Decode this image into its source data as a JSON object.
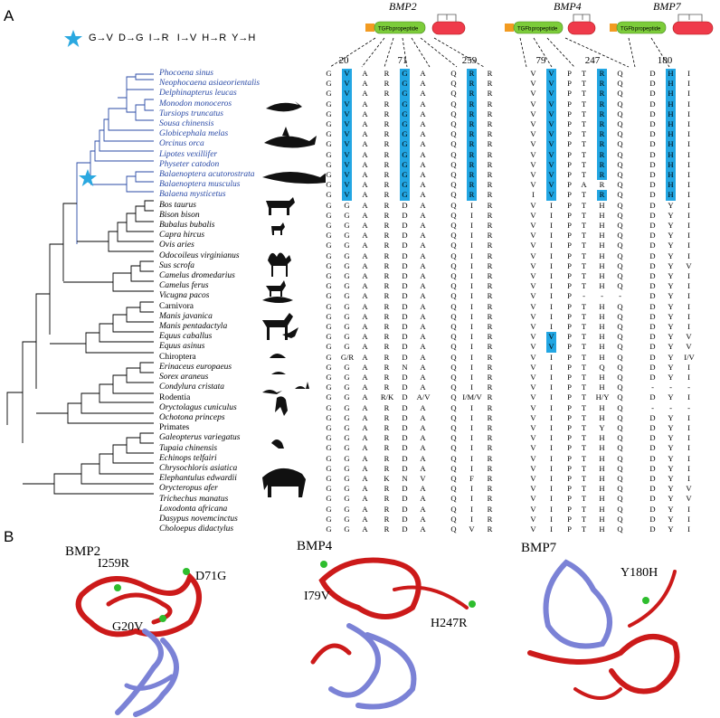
{
  "panel_a_label": "A",
  "panel_b_label": "B",
  "legend": {
    "substitutions": "G→V  D→G  I→R   I→V  H→R  Y→H"
  },
  "genes": [
    {
      "name": "BMP2",
      "domain_label": "TGFb",
      "propeptide_label": "propeptide"
    },
    {
      "name": "BMP4",
      "domain_label": "TGFb",
      "propeptide_label": "propeptide"
    },
    {
      "name": "BMP7",
      "domain_label": "TGFb",
      "propeptide_label": "propeptide"
    }
  ],
  "positions": [
    "20",
    "71",
    "259",
    "79",
    "247",
    "180"
  ],
  "taxa": [
    {
      "name": "Phocoena sinus",
      "cet": true
    },
    {
      "name": "Neophocaena asiaeorientalis",
      "cet": true
    },
    {
      "name": "Delphinapterus leucas",
      "cet": true
    },
    {
      "name": "Monodon monoceros",
      "cet": true
    },
    {
      "name": "Tursiops truncatus",
      "cet": true
    },
    {
      "name": "Sousa chinensis",
      "cet": true
    },
    {
      "name": "Globicephala melas",
      "cet": true
    },
    {
      "name": "Orcinus orca",
      "cet": true
    },
    {
      "name": "Lipotes vexillifer",
      "cet": true
    },
    {
      "name": "Physeter catodon",
      "cet": true
    },
    {
      "name": "Balaenoptera acutorostrata",
      "cet": true
    },
    {
      "name": "Balaenoptera musculus",
      "cet": true
    },
    {
      "name": "Balaena mysticetus",
      "cet": true
    },
    {
      "name": "Bos taurus",
      "cet": false,
      "ital": true
    },
    {
      "name": "Bison bison",
      "cet": false,
      "ital": true
    },
    {
      "name": "Bubalus bubalis",
      "cet": false,
      "ital": true
    },
    {
      "name": "Capra hircus",
      "cet": false,
      "ital": true
    },
    {
      "name": "Ovis aries",
      "cet": false,
      "ital": true
    },
    {
      "name": "Odocoileus virginianus",
      "cet": false,
      "ital": true
    },
    {
      "name": "Sus scrofa",
      "cet": false,
      "ital": true
    },
    {
      "name": "Camelus dromedarius",
      "cet": false,
      "ital": true
    },
    {
      "name": "Camelus ferus",
      "cet": false,
      "ital": true
    },
    {
      "name": "Vicugna pacos",
      "cet": false,
      "ital": true
    },
    {
      "name": "Carnivora",
      "cet": false,
      "ital": false
    },
    {
      "name": "Manis javanica",
      "cet": false,
      "ital": true
    },
    {
      "name": "Manis pentadactyla",
      "cet": false,
      "ital": true
    },
    {
      "name": "Equus caballus",
      "cet": false,
      "ital": true
    },
    {
      "name": "Equus asinus",
      "cet": false,
      "ital": true
    },
    {
      "name": "Chiroptera",
      "cet": false,
      "ital": false
    },
    {
      "name": "Erinaceus europaeus",
      "cet": false,
      "ital": true
    },
    {
      "name": "Sorex araneus",
      "cet": false,
      "ital": true
    },
    {
      "name": "Condylura cristata",
      "cet": false,
      "ital": true
    },
    {
      "name": "Rodentia",
      "cet": false,
      "ital": false
    },
    {
      "name": "Oryctolagus cuniculus",
      "cet": false,
      "ital": true
    },
    {
      "name": "Ochotona princeps",
      "cet": false,
      "ital": true
    },
    {
      "name": "Primates",
      "cet": false,
      "ital": false
    },
    {
      "name": "Galeopterus variegatus",
      "cet": false,
      "ital": true
    },
    {
      "name": "Tupaia chinensis",
      "cet": false,
      "ital": true
    },
    {
      "name": "Echinops telfairi",
      "cet": false,
      "ital": true
    },
    {
      "name": "Chrysochloris asiatica",
      "cet": false,
      "ital": true
    },
    {
      "name": "Elephantulus edwardii",
      "cet": false,
      "ital": true
    },
    {
      "name": "Orycteropus afer",
      "cet": false,
      "ital": true
    },
    {
      "name": "Trichechus manatus",
      "cet": false,
      "ital": true
    },
    {
      "name": "Loxodonta africana",
      "cet": false,
      "ital": true
    },
    {
      "name": "Dasypus novemcinctus",
      "cet": false,
      "ital": true
    },
    {
      "name": "Choloepus didactylus",
      "cet": false,
      "ital": true
    }
  ],
  "alignment": [
    "G V A|R G A|Q R R|V V P|T R Q|D H I",
    "G V A|R G A|Q R R|V V P|T R Q|D H I",
    "G V A|R G A|Q R R|V V P|T R Q|D H I",
    "G V A|R G A|Q R R|V V P|T R Q|D H I",
    "G V A|R G A|Q R R|V V P|T R Q|D H I",
    "G V A|R G A|Q R R|V V P|T R Q|D H I",
    "G V A|R G A|Q R R|V V P|T R Q|D H I",
    "G V A|R G A|Q R R|V V P|T R Q|D H I",
    "G V A|R G A|Q R R|V V P|T R Q|D H I",
    "G V A|R G A|Q R R|V V P|T R Q|D H I",
    "G V A|R G A|Q R R|V V P|T R Q|D H I",
    "G V A|R G A|Q R R|V V P|A R Q|D H I",
    "G V A|R G A|Q R R|I V P|T R Q|D H I",
    "G G A|R D A|Q I R|V I P|T H Q|D Y I",
    "G G A|R D A|Q I R|V I P|T H Q|D Y I",
    "G G A|R D A|Q I R|V I P|T H Q|D Y I",
    "G G A|R D A|Q I R|V I P|T H Q|D Y I",
    "G G A|R D A|Q I R|V I P|T H Q|D Y I",
    "G G A|R D A|Q I R|V I P|T H Q|D Y I",
    "G G A|R D A|Q I R|V I P|T H Q|D Y V",
    "G G A|R D A|Q I R|V I P|T H Q|D Y I",
    "G G A|R D A|Q I R|V I P|T H Q|D Y I",
    "G G A|R D A|Q I R|V I P|- - -|D Y I",
    "G G A|R D A|Q I R|V I P|T H Q|D Y I",
    "G G A|R D A|Q I R|V I P|T H Q|D Y I",
    "G G A|R D A|Q I R|V I P|T H Q|D Y I",
    "G G A|R D A|Q I R|V V P|T H Q|D Y V",
    "G G A|R D A|Q I R|V V P|T H Q|D Y V",
    "G G/R A|R D A|Q I R|V I P|T H Q|D Y I/V",
    "G G A|R N A|Q I R|V I P|T Q Q|D Y I",
    "G G A|R D A|Q I R|V I P|T H Q|D Y I",
    "G G A|R D A|Q I R|V I P|T H Q|- - -",
    "G G A|R/K D A/V|Q I/M/V R|V I P|T H/Y Q|D Y I",
    "G G A|R D A|Q I R|V I P|T H Q|- - -",
    "G G A|R D A|Q I R|V I P|T H Q|D Y I",
    "G G A|R D A|Q I R|V I P|T Y Q|D Y I",
    "G G A|R D A|Q I R|V I P|T H Q|D Y I",
    "G G A|R D A|Q I R|V I P|T H Q|D Y I",
    "G G A|R D A|Q I R|V I P|T H Q|D Y I",
    "G G A|R D A|Q I R|V I P|T H Q|D Y I",
    "G G A|K N V|Q F R|V I P|T H Q|D Y I",
    "G G A|R D A|Q I R|V I P|T H Q|D Y V",
    "G G A|R D A|Q I R|V I P|T H Q|D Y V",
    "G G A|R D A|Q I R|V I P|T H Q|D Y I",
    "G G A|R D A|Q I R|V I P|T H Q|D Y I",
    "G G A|R D A|Q V R|V I P|T H Q|D Y I"
  ],
  "colors": {
    "cetacean_text": "#2a4aa6",
    "highlight": "#22a6e3",
    "star": "#2aa8e0",
    "helix_red": "#cc1a1a",
    "sheet_blue": "#7b82d6",
    "site_green": "#2dbd2d"
  },
  "structures": [
    {
      "protein": "BMP2",
      "mutations": [
        "I259R",
        "D71G",
        "G20V"
      ]
    },
    {
      "protein": "BMP4",
      "mutations": [
        "I79V",
        "H247R"
      ]
    },
    {
      "protein": "BMP7",
      "mutations": [
        "Y180H"
      ]
    }
  ]
}
